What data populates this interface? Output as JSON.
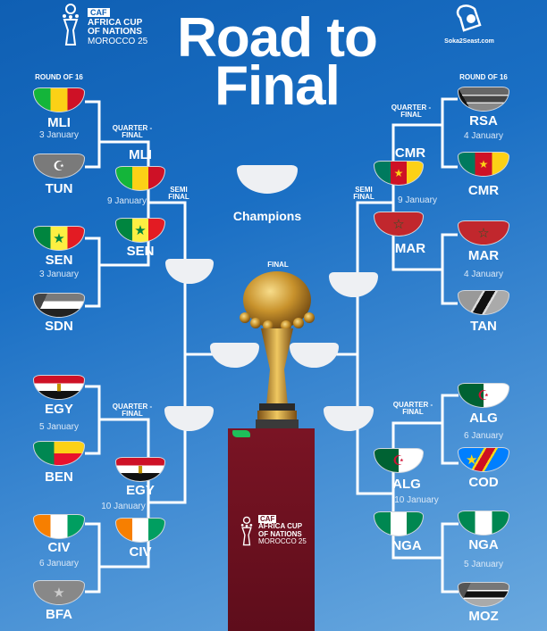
{
  "header": {
    "title_line1": "Road to",
    "title_line2": "Final",
    "caf_logo": {
      "brand": "CAF",
      "line1": "AFRICA CUP",
      "line2": "OF NATIONS",
      "line3": "MOROCCO 25"
    },
    "site_logo": "Soka2Seast.com"
  },
  "labels": {
    "round_of_16": "ROUND OF 16",
    "quarter_final": "QUARTER - FINAL",
    "semi_final": "SEMI FINAL",
    "final": "FINAL",
    "champions": "Champions"
  },
  "left": {
    "r16": [
      {
        "home": "MLI",
        "away": "TUN",
        "date": "3 January"
      },
      {
        "home": "SEN",
        "away": "SDN",
        "date": "3 January"
      },
      {
        "home": "EGY",
        "away": "BEN",
        "date": "5 January"
      },
      {
        "home": "CIV",
        "away": "BFA",
        "date": "6 January"
      }
    ],
    "qf": [
      {
        "home": "MLI",
        "away": "SEN",
        "date": "9 January"
      },
      {
        "home": "EGY",
        "away": "CIV",
        "date": "10 January"
      }
    ]
  },
  "right": {
    "r16": [
      {
        "home": "RSA",
        "away": "CMR",
        "date": "4 January"
      },
      {
        "home": "MAR",
        "away": "TAN",
        "date": "4 January"
      },
      {
        "home": "ALG",
        "away": "COD",
        "date": "6 January"
      },
      {
        "home": "NGA",
        "away": "MOZ",
        "date": "5 January"
      }
    ],
    "qf": [
      {
        "home": "CMR",
        "away": "MAR",
        "date": "9 January"
      },
      {
        "home": "ALG",
        "away": "NGA",
        "date": "10 January"
      }
    ]
  },
  "pedestal_logo": {
    "brand": "CAF",
    "line1": "AFRICA CUP",
    "line2": "OF NATIONS",
    "line3": "MOROCCO 25"
  }
}
